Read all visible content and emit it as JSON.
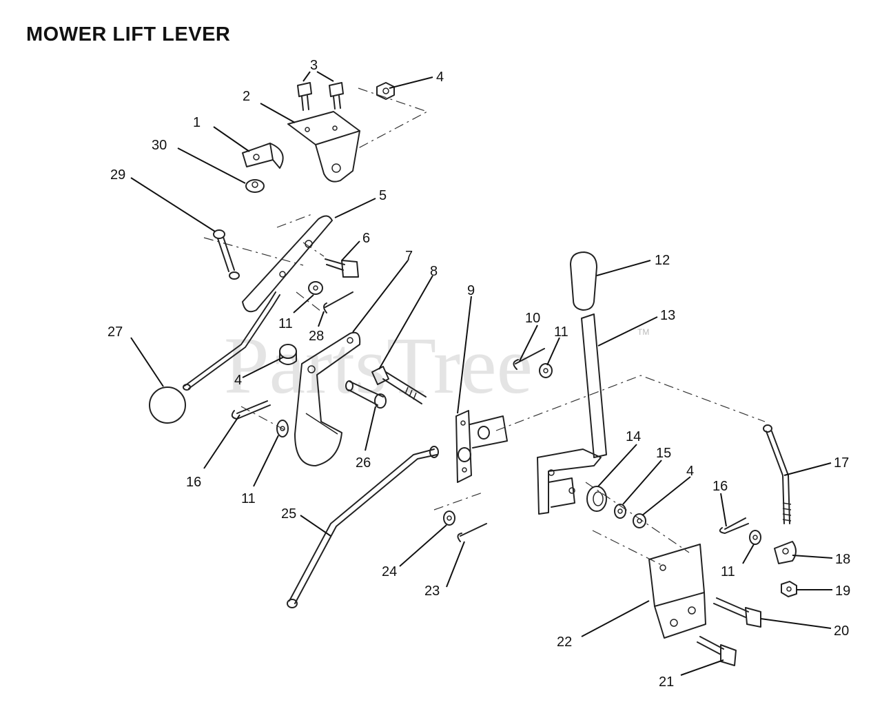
{
  "title": "MOWER LIFT LEVER",
  "watermark": {
    "text": "PartsTree",
    "mark": "TM",
    "color": "#cfcfcf"
  },
  "callouts": [
    {
      "id": "c1",
      "label": "1"
    },
    {
      "id": "c2",
      "label": "2"
    },
    {
      "id": "c3",
      "label": "3"
    },
    {
      "id": "c4a",
      "label": "4"
    },
    {
      "id": "c4b",
      "label": "4"
    },
    {
      "id": "c4c",
      "label": "4"
    },
    {
      "id": "c5",
      "label": "5"
    },
    {
      "id": "c6",
      "label": "6"
    },
    {
      "id": "c7",
      "label": "7"
    },
    {
      "id": "c8",
      "label": "8"
    },
    {
      "id": "c9",
      "label": "9"
    },
    {
      "id": "c10",
      "label": "10"
    },
    {
      "id": "c11a",
      "label": "11"
    },
    {
      "id": "c11b",
      "label": "11"
    },
    {
      "id": "c11c",
      "label": "11"
    },
    {
      "id": "c11d",
      "label": "11"
    },
    {
      "id": "c12",
      "label": "12"
    },
    {
      "id": "c13",
      "label": "13"
    },
    {
      "id": "c14",
      "label": "14"
    },
    {
      "id": "c15",
      "label": "15"
    },
    {
      "id": "c16a",
      "label": "16"
    },
    {
      "id": "c16b",
      "label": "16"
    },
    {
      "id": "c17",
      "label": "17"
    },
    {
      "id": "c18",
      "label": "18"
    },
    {
      "id": "c19",
      "label": "19"
    },
    {
      "id": "c20",
      "label": "20"
    },
    {
      "id": "c21",
      "label": "21"
    },
    {
      "id": "c22",
      "label": "22"
    },
    {
      "id": "c23",
      "label": "23"
    },
    {
      "id": "c24",
      "label": "24"
    },
    {
      "id": "c25",
      "label": "25"
    },
    {
      "id": "c26",
      "label": "26"
    },
    {
      "id": "c27",
      "label": "27"
    },
    {
      "id": "c28",
      "label": "28"
    },
    {
      "id": "c29",
      "label": "29"
    },
    {
      "id": "c30",
      "label": "30"
    }
  ]
}
